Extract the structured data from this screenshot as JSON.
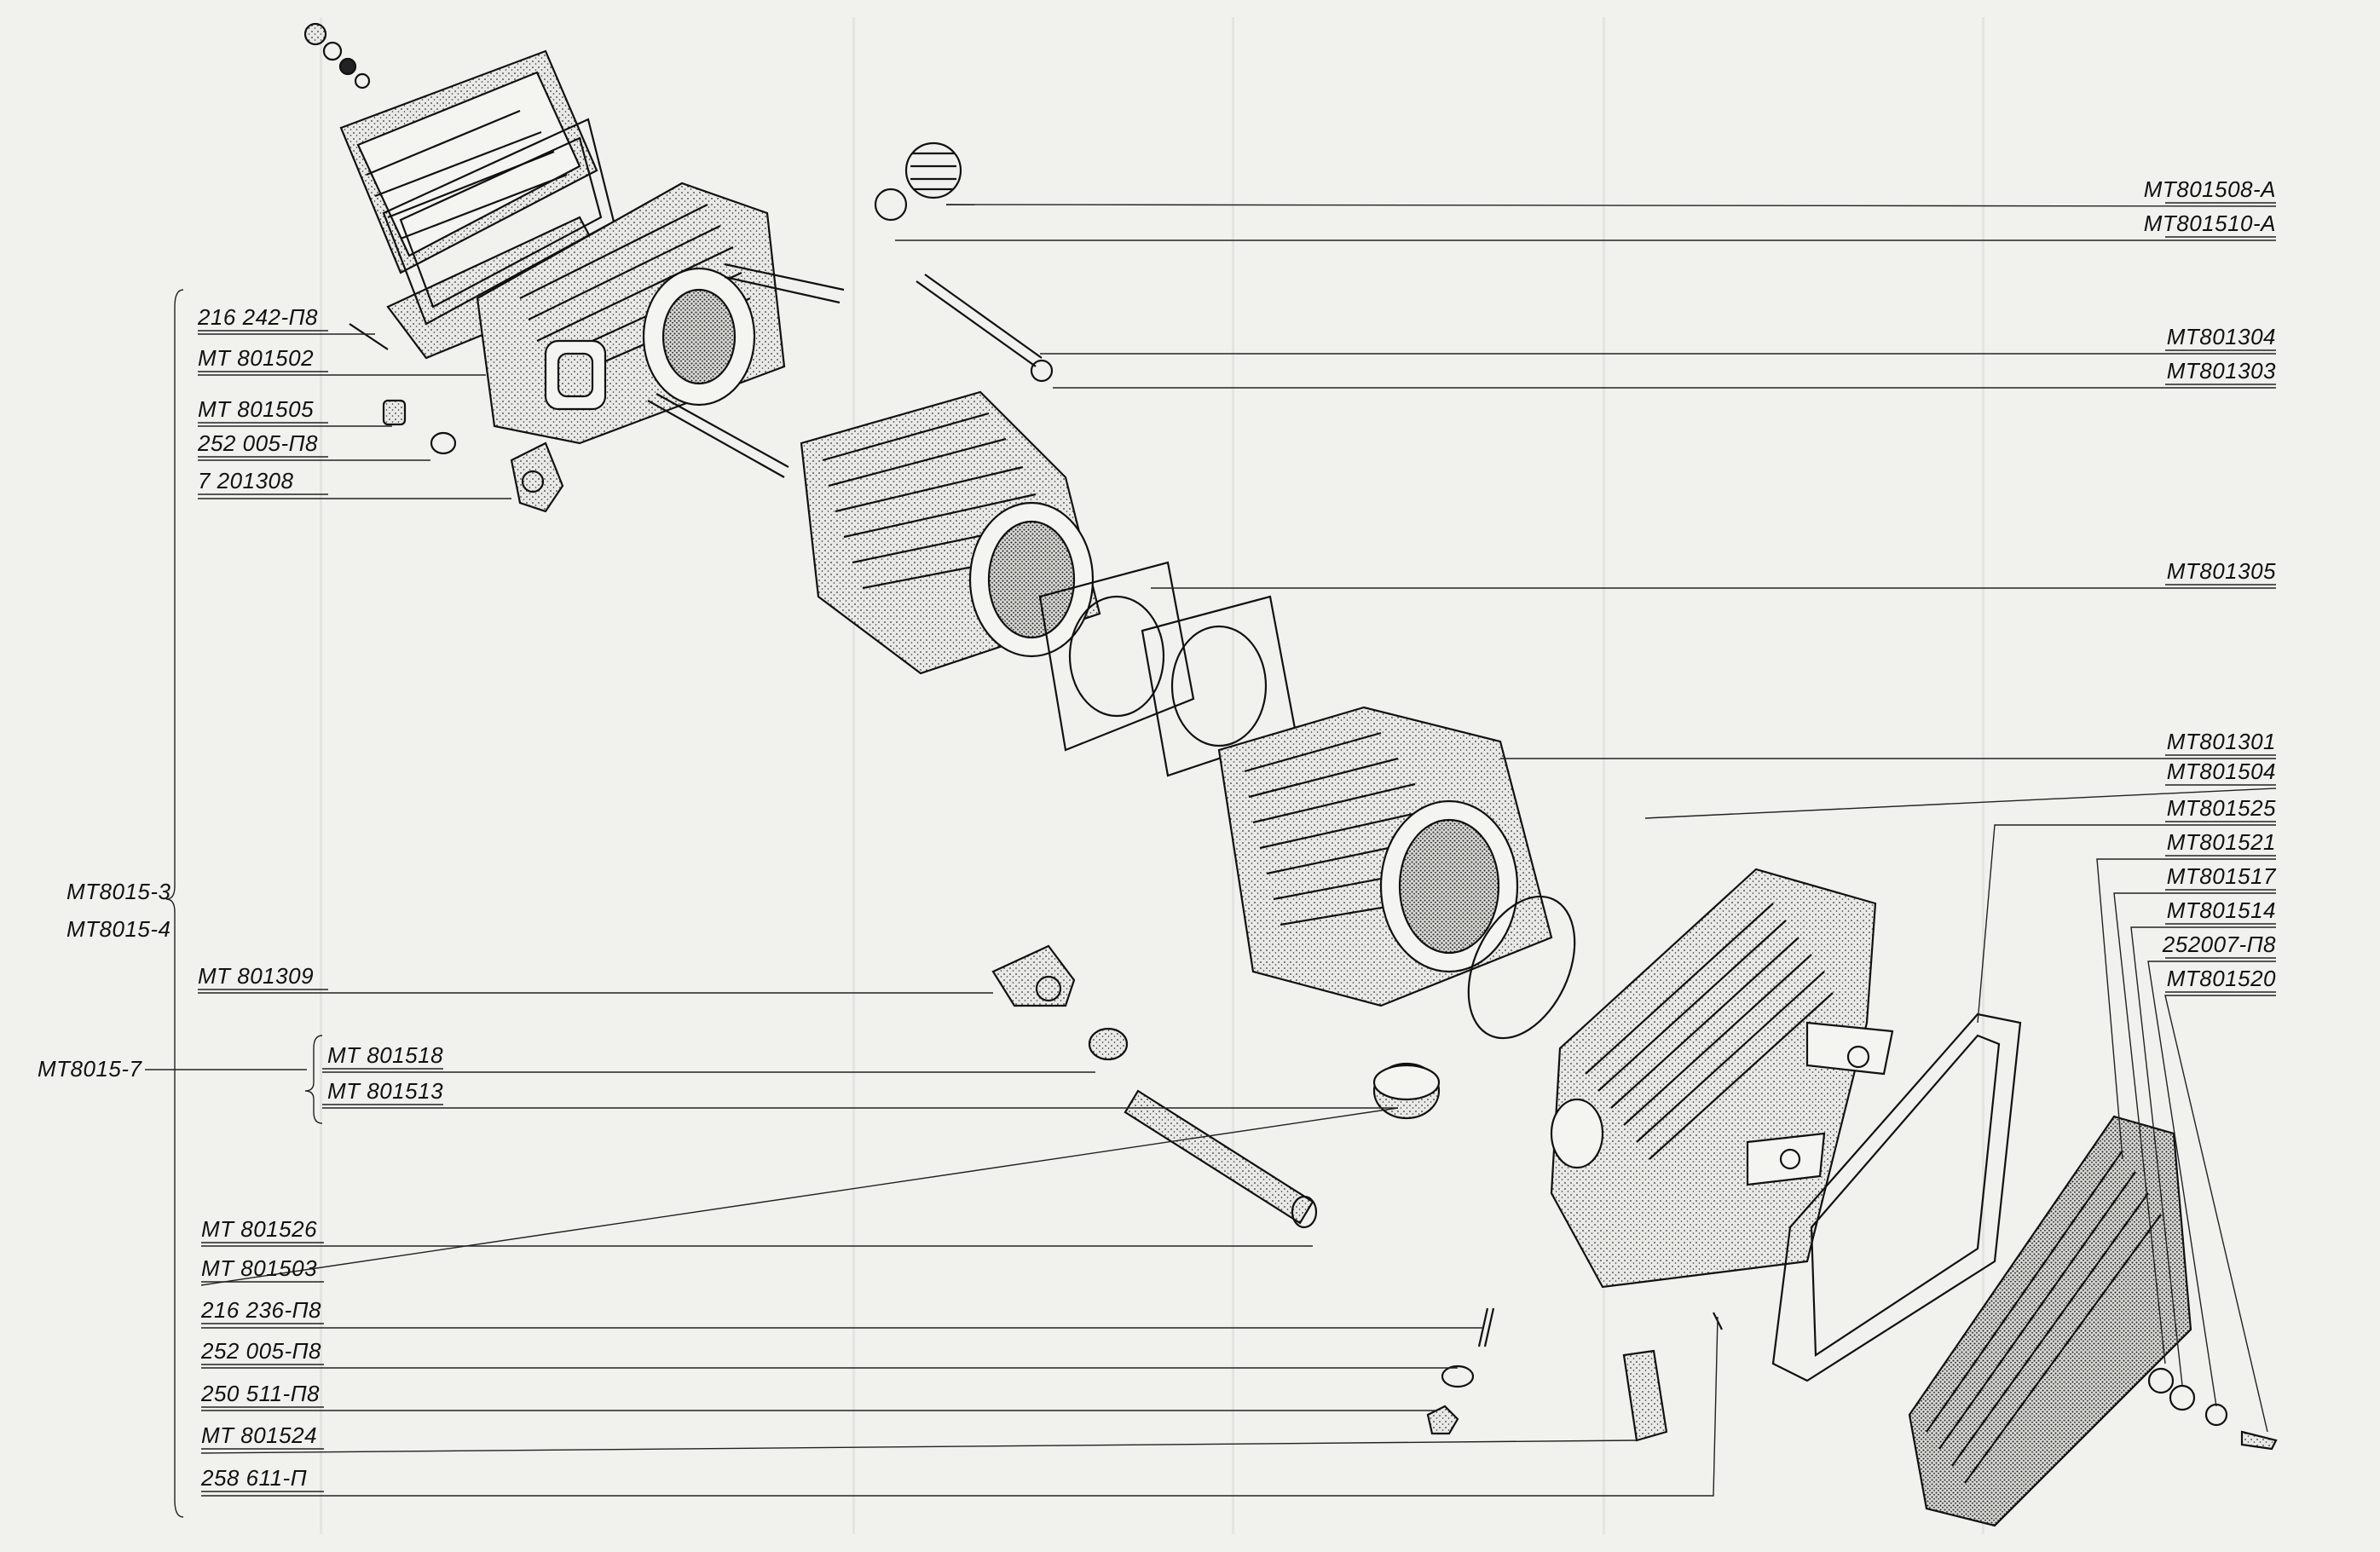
{
  "diagram": {
    "left_labels": {
      "l1": "216 242-П8",
      "l2": "МТ 801502",
      "l3": "МТ 801505",
      "l4": "252 005-П8",
      "l5": "7 201308",
      "l6": "МТ 801309",
      "l7": "МТ 801518",
      "l8": "МТ 801513",
      "l9": "МТ 801526",
      "l10": "МТ 801503",
      "l11": "216 236-П8",
      "l12": "252 005-П8",
      "l13": "250 511-П8",
      "l14": "МТ 801524",
      "l15": "258 611-П"
    },
    "assembly_labels": {
      "a1": "МТ8015-3",
      "a2": "МТ8015-4",
      "a3": "МТ8015-7"
    },
    "right_labels": {
      "r1": "МТ801508-А",
      "r2": "МТ801510-А",
      "r3": "МТ801304",
      "r4": "МТ801303",
      "r5": "МТ801305",
      "r6": "МТ801301",
      "r7": "МТ801504",
      "r8": "МТ801525",
      "r9": "МТ801521",
      "r10": "МТ801517",
      "r11": "МТ801514",
      "r12": "252007-П8",
      "r13": "МТ801520"
    }
  }
}
